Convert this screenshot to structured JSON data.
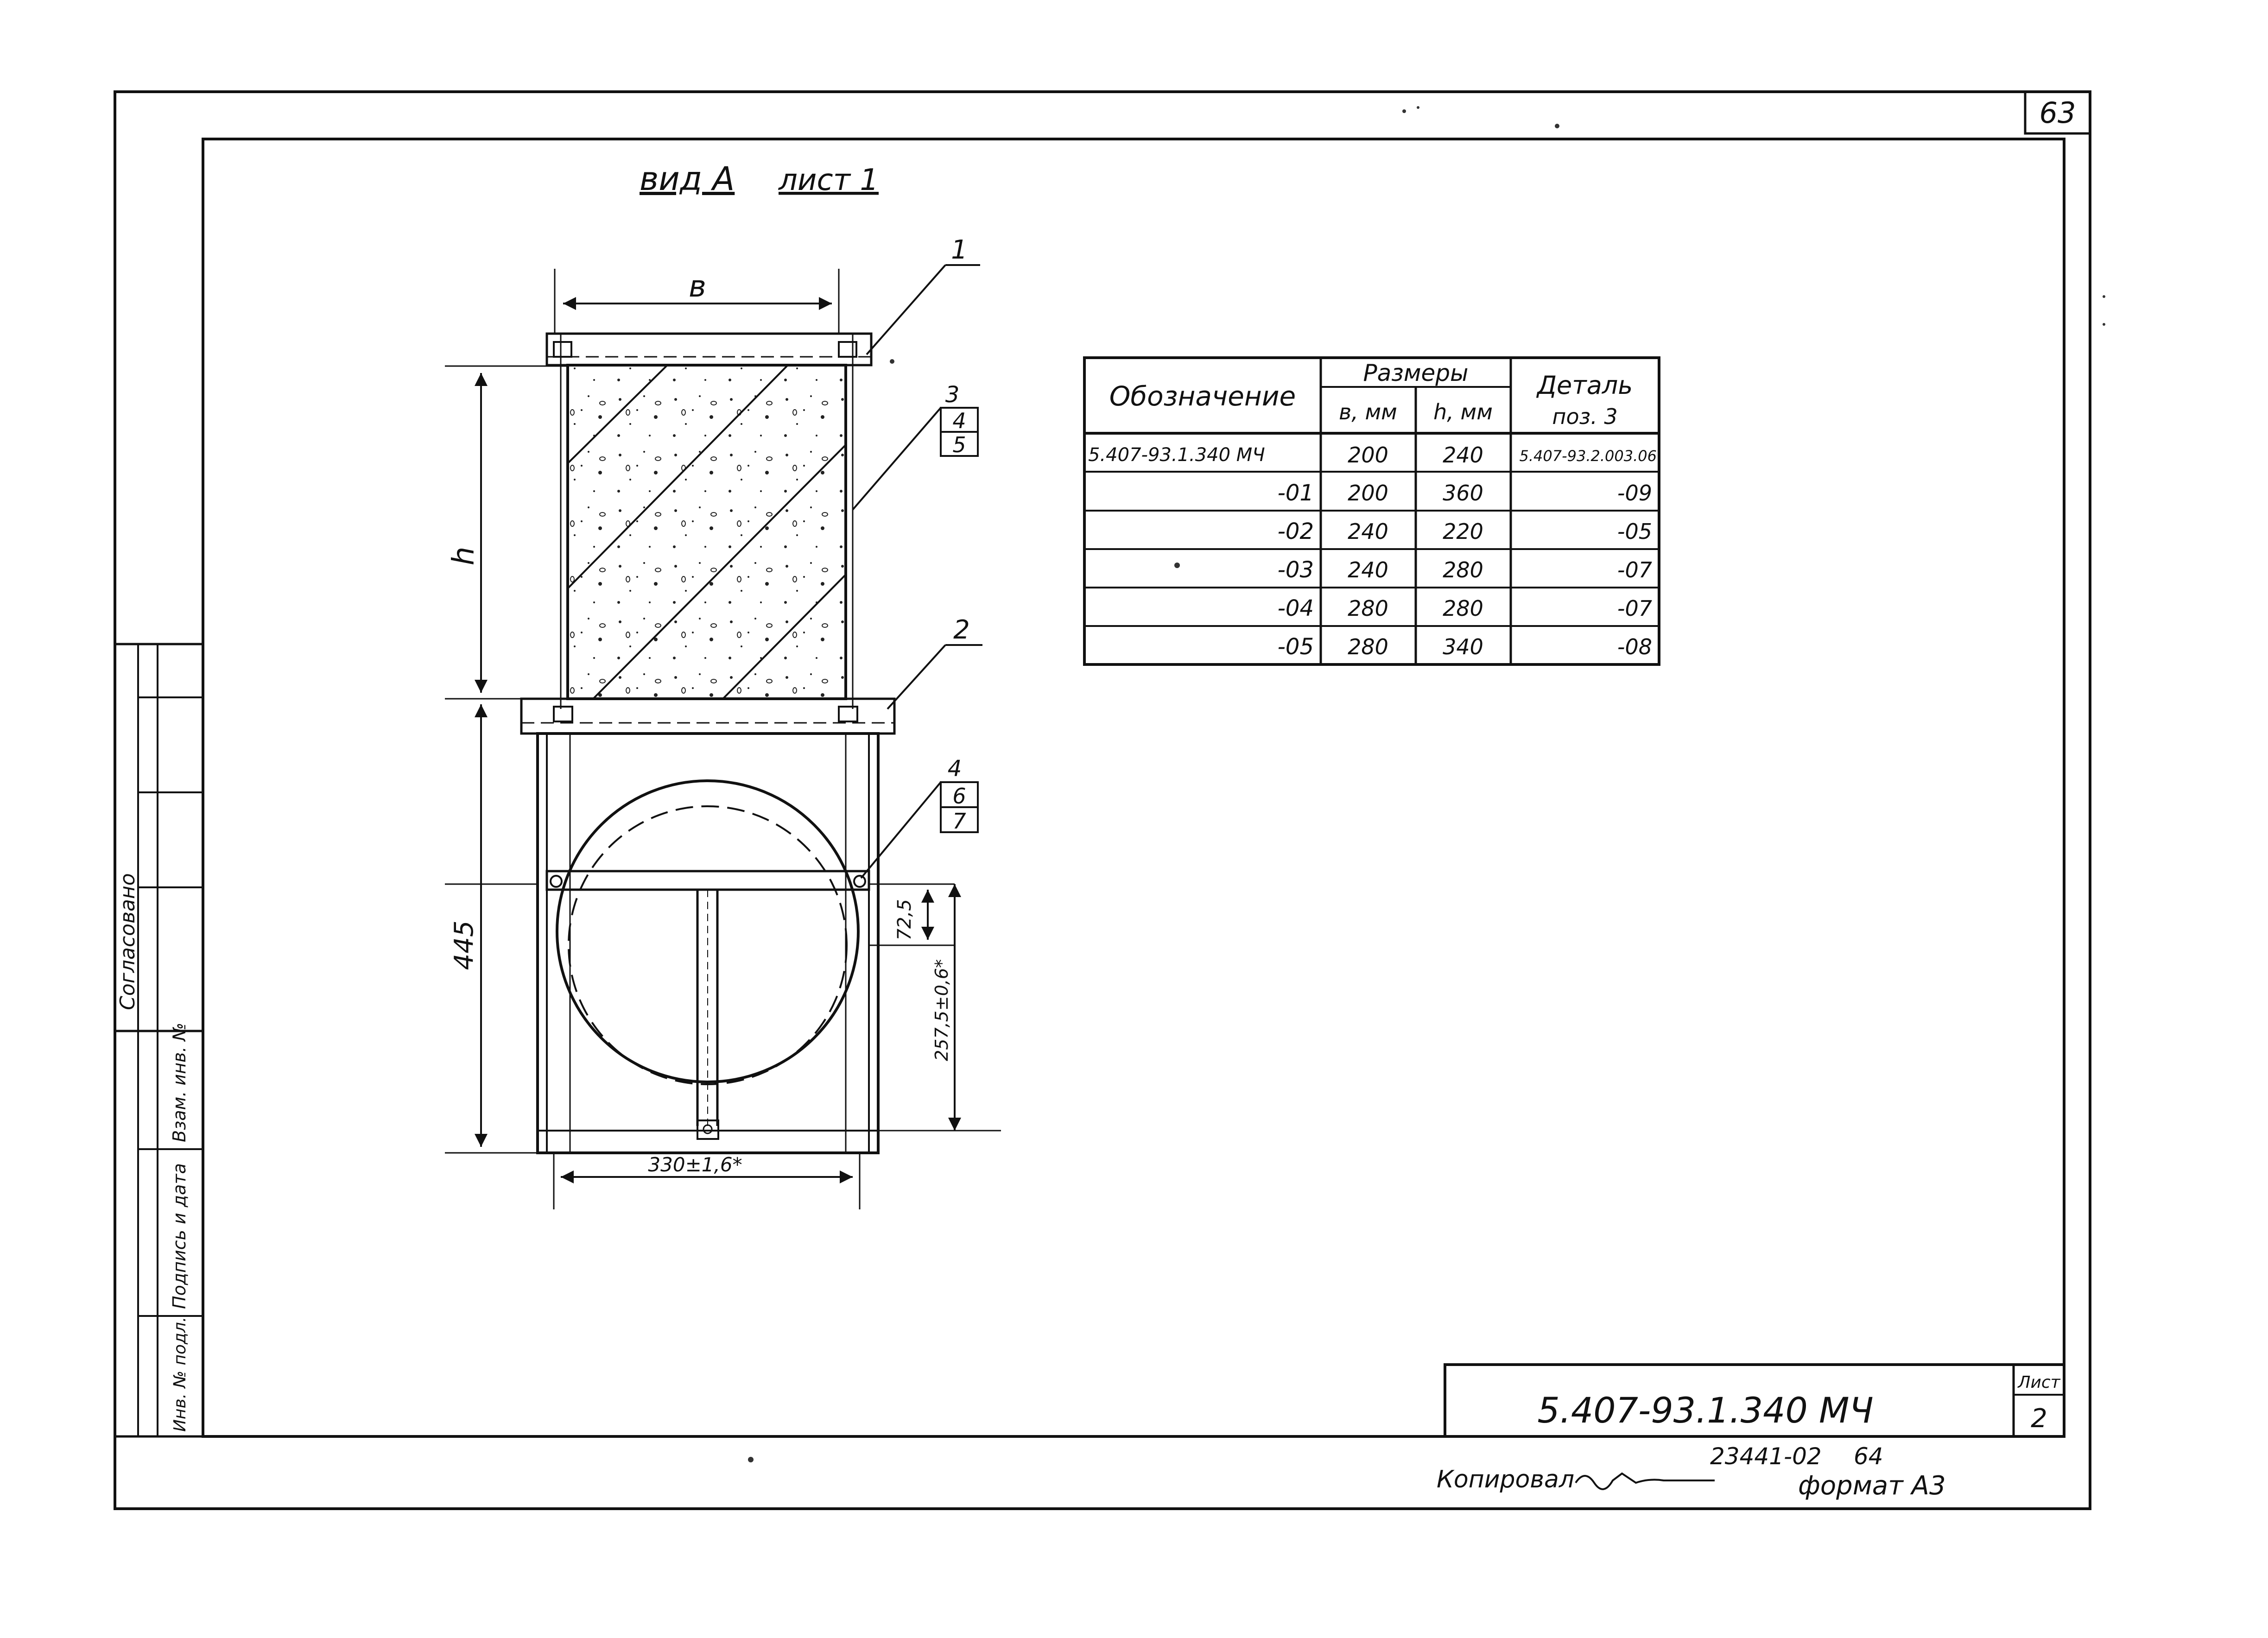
{
  "sheet_number": "63",
  "view_title": "вид А",
  "view_subtitle": "лист 1",
  "dimensions": {
    "b": "в",
    "h": "h",
    "h_445": "445",
    "d_725": "72,5",
    "d_vertical": "257,5±0,6*",
    "d_bottom": "330±1,6*"
  },
  "leaders": {
    "l1": "1",
    "l2": "2",
    "l3": "3",
    "l4": "4",
    "l5": "5",
    "l4b": "4",
    "l6": "6",
    "l7": "7"
  },
  "table": {
    "header_designation": "Обозначение",
    "header_sizes": "Размеры",
    "header_b": "в, мм",
    "header_h": "h, мм",
    "header_detail": "Деталь",
    "header_detail_pos": "поз. 3",
    "rows": [
      {
        "designation": "5.407-93.1.340 МЧ",
        "b": "200",
        "h": "240",
        "detail": "5.407-93.2.003.06"
      },
      {
        "designation": "-01",
        "b": "200",
        "h": "360",
        "detail": "-09"
      },
      {
        "designation": "-02",
        "b": "240",
        "h": "220",
        "detail": "-05"
      },
      {
        "designation": "-03",
        "b": "240",
        "h": "280",
        "detail": "-07"
      },
      {
        "designation": "-04",
        "b": "280",
        "h": "280",
        "detail": "-07"
      },
      {
        "designation": "-05",
        "b": "280",
        "h": "340",
        "detail": "-08"
      }
    ]
  },
  "side_stamp": {
    "agreed": "Согласовано",
    "inv_podl": "Инв. № подл.",
    "sign_date": "Подпись и дата",
    "vzam_inv": "Взам. инв. №"
  },
  "title_block": {
    "code": "5.407-93.1.340 МЧ",
    "list_label": "Лист",
    "list_number": "2"
  },
  "footer": {
    "copied": "Копировал",
    "inv_code": "23441-02",
    "inv_code_page": "64",
    "format": "формат А3"
  }
}
